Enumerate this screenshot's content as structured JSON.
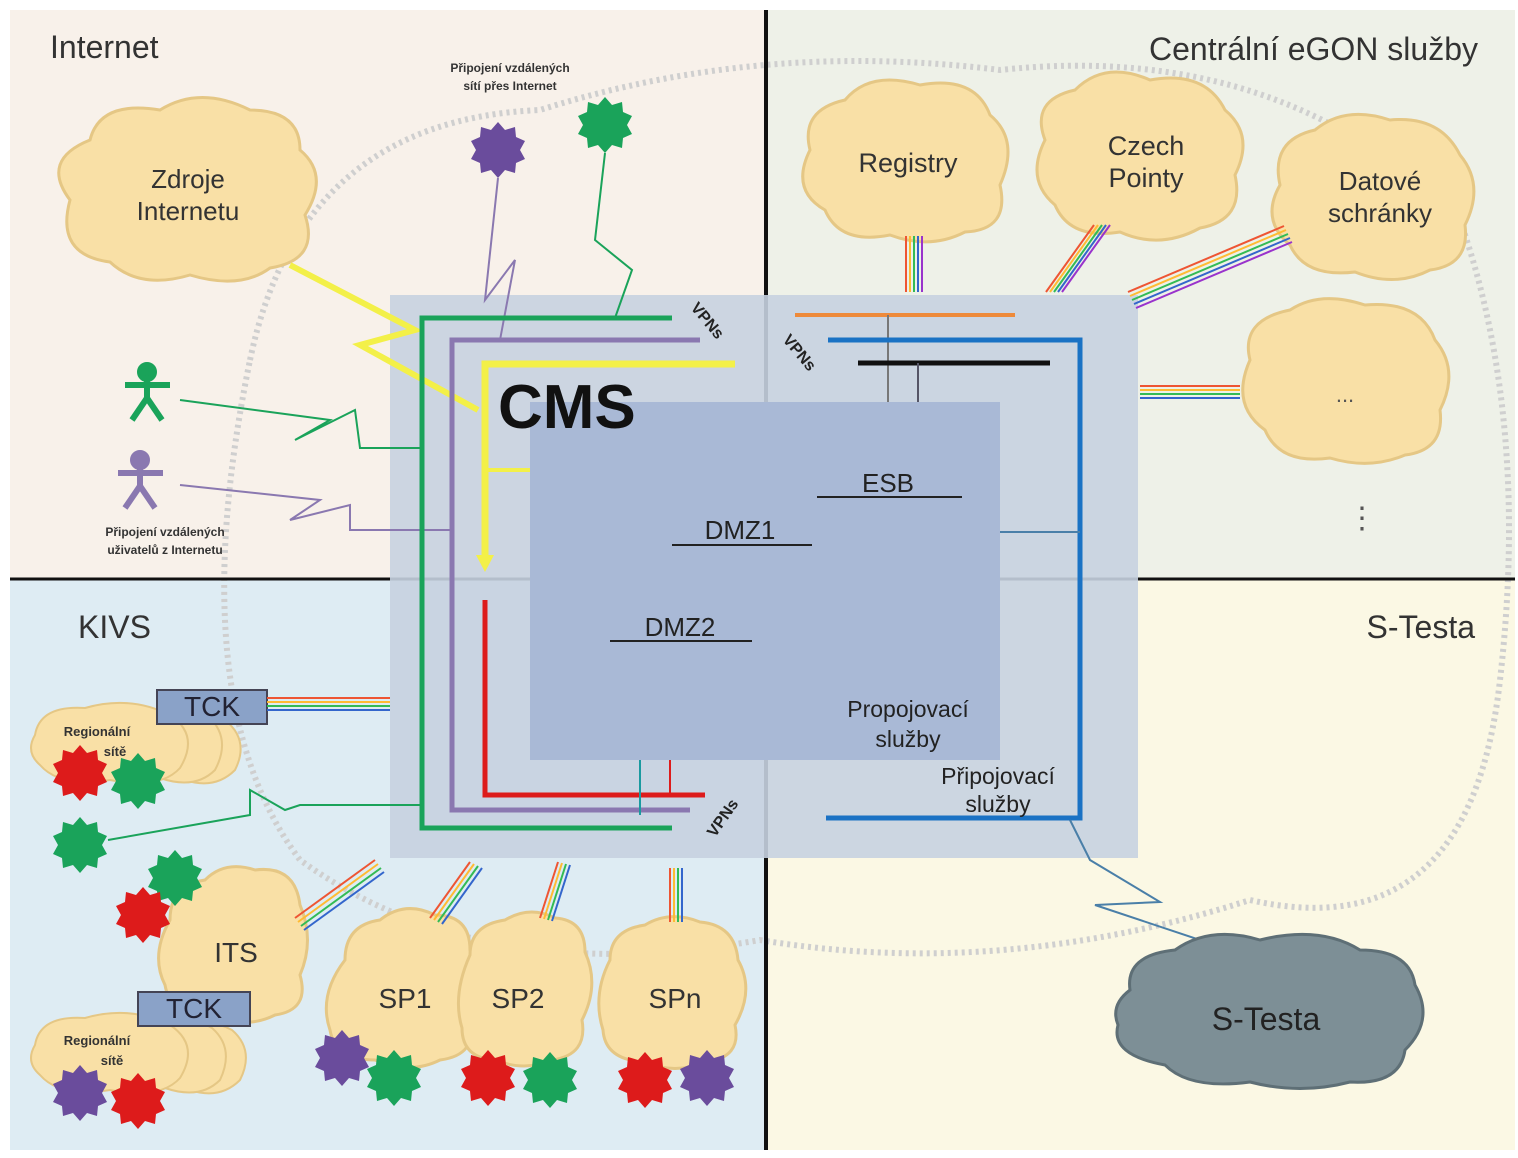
{
  "quadrants": {
    "internet": "Internet",
    "central": "Centrální eGON služby",
    "kivs": "KIVS",
    "stesta": "S-Testa"
  },
  "clouds": {
    "zdroje_line1": "Zdroje",
    "zdroje_line2": "Internetu",
    "registry": "Registry",
    "czech_line1": "Czech",
    "czech_line2": "Pointy",
    "datove_line1": "Datové",
    "datove_line2": "schránky",
    "ellipsis_cloud": "...",
    "vertical_dots": "⋮",
    "its": "ITS",
    "sp1": "SP1",
    "sp2": "SP2",
    "spn": "SPn",
    "stesta_cloud": "S-Testa",
    "regional_line1": "Regionální",
    "regional_line2": "sítě"
  },
  "labels": {
    "remote_nets_line1": "Připojení vzdálených",
    "remote_nets_line2": "sítí přes Internet",
    "remote_users_line1": "Připojení vzdálených",
    "remote_users_line2": "uživatelů z Internetu",
    "tck": "TCK",
    "vpns": "VPNs",
    "cms": "CMS",
    "esb": "ESB",
    "dmz1": "DMZ1",
    "dmz2": "DMZ2",
    "propojovaci_line1": "Propojovací",
    "propojovaci_line2": "služby",
    "pripojovaci_line1": "Připojovací",
    "pripojovaci_line2": "služby"
  },
  "colors": {
    "internet_bg": "#f8f1ea",
    "central_bg": "#eef1e8",
    "kivs_bg": "#deecf3",
    "stesta_bg": "#fbf8e4",
    "cloud_fill": "#f9e0a6",
    "cms_outer": "#c7d2e0",
    "cms_inner": "#a9b9d6",
    "green": "#1aa35a",
    "purple": "#8a78b0",
    "yellow": "#f3f048",
    "red": "#dd1b1b",
    "blue": "#1a72c4",
    "orange": "#ee8a3a",
    "grey_cloud": "#7d8f96"
  }
}
